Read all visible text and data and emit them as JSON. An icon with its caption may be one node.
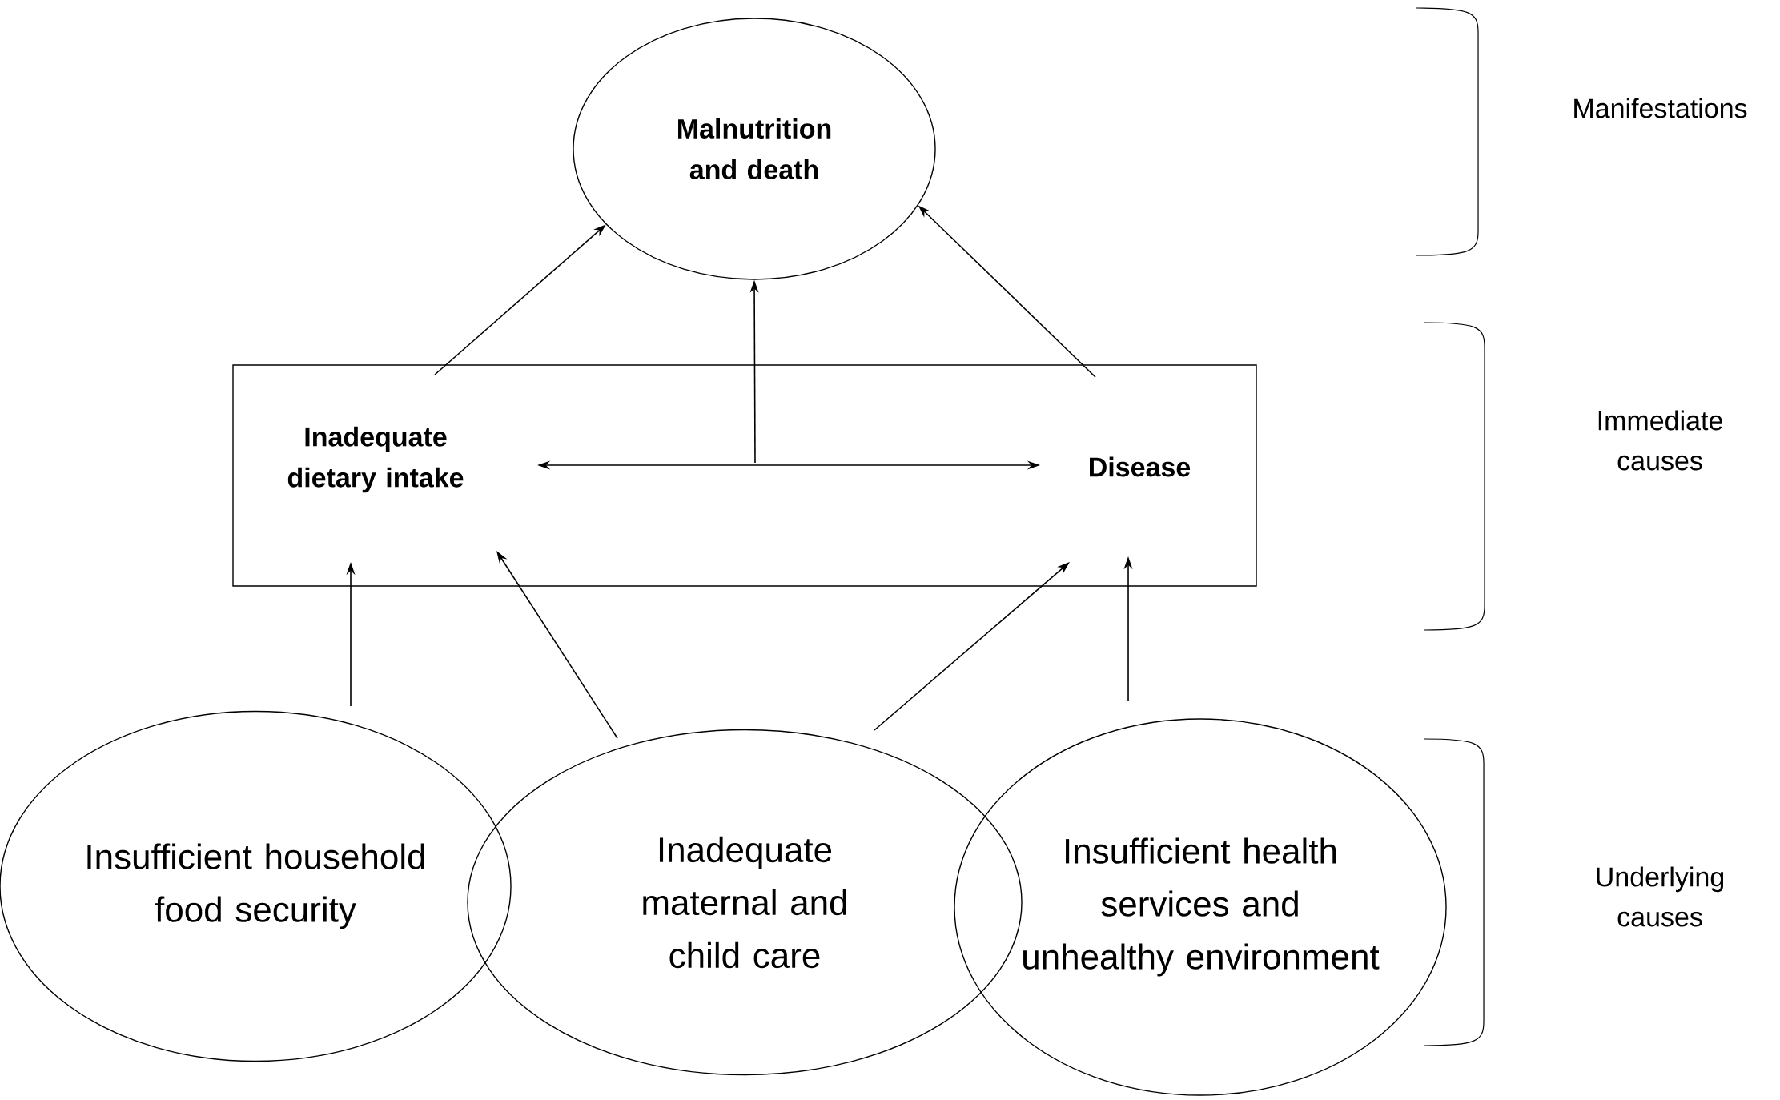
{
  "diagram": {
    "nodes": [
      {
        "text": [
          "Malnutrition and death"
        ]
      },
      {
        "text": [],
        "shape": "box"
      },
      {
        "text": [
          "Inadequate dietary intake"
        ],
        "in": 1
      },
      {
        "text": [
          "Disease"
        ],
        "in": 1
      },
      {
        "text": [
          "Insufficient household food security"
        ]
      },
      {
        "text": [
          "Inadequate maternal and child care"
        ]
      },
      {
        "text": [
          "Insufficient health services and unhealthy environment"
        ]
      }
    ],
    "edges": [
      {
        "from": 2,
        "to": 0,
        "arrow": "to"
      },
      {
        "from": 3,
        "to": 0,
        "arrow": "to"
      },
      {
        "from": null,
        "to": 0,
        "arrow": "to"
      },
      {
        "from": 2,
        "to": 3,
        "arrow": "both"
      },
      {
        "from": 4,
        "to": 2,
        "arrow": "to"
      },
      {
        "from": 5,
        "to": 2,
        "arrow": "to"
      },
      {
        "from": 5,
        "to": 3,
        "arrow": "to"
      },
      {
        "from": 6,
        "to": 3,
        "arrow": "to"
      }
    ],
    "labels": [
      "Manifestations",
      "Immediate causes",
      "Underlying causes"
    ]
  }
}
